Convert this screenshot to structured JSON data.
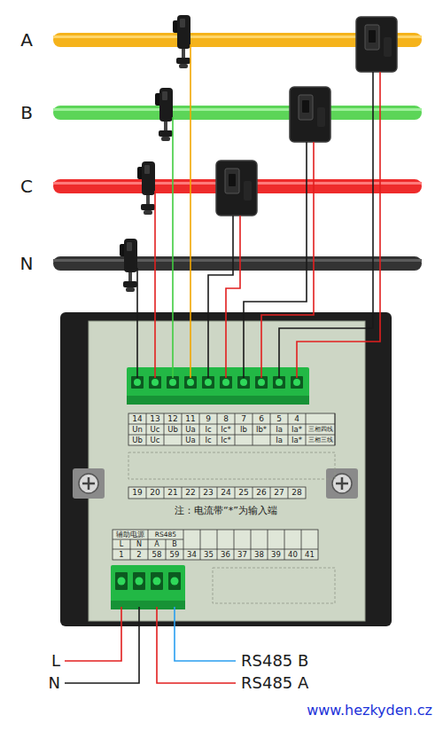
{
  "diagram": {
    "labels": [
      "A",
      "B",
      "C",
      "N",
      "14",
      "13",
      "12",
      "11",
      "9",
      "8",
      "7",
      "6",
      "5",
      "4",
      "Un",
      "Uc",
      "Ub",
      "Ua",
      "Ic",
      "Ic*",
      "Ib",
      "Ib*",
      "Ia",
      "Ia*",
      "三相四线",
      "Ub",
      "Uc",
      "Ua",
      "Ic",
      "Ic*",
      "Ia",
      "Ia*",
      "三相三线",
      "19",
      "20",
      "21",
      "22",
      "23",
      "24",
      "25",
      "26",
      "27",
      "28",
      "注：电流带“*”为输入端",
      "辅助电源",
      "RS485",
      "L",
      "N",
      "A",
      "B",
      "1",
      "2",
      "58",
      "59",
      "34",
      "35",
      "36",
      "37",
      "38",
      "39",
      "40",
      "41",
      "L",
      "N",
      "RS485 B",
      "RS485 A",
      "www.hezkyden.cz"
    ]
  }
}
